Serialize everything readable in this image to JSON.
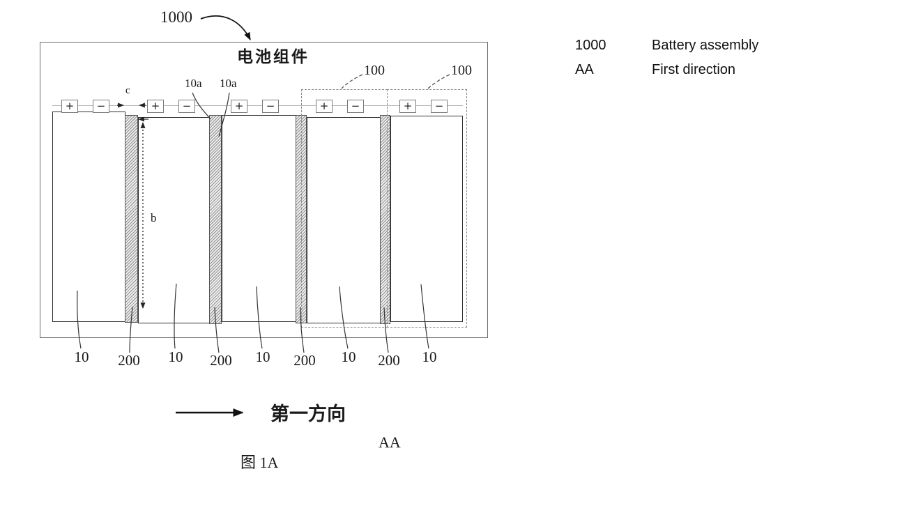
{
  "figure": {
    "assembly_ref": "1000",
    "title": "电池组件",
    "terminal_plus": "+",
    "terminal_minus": "−",
    "labels": {
      "cell_top_left": "10a",
      "cell_top_right": "10a",
      "group_left": "100",
      "group_right": "100",
      "dim_b": "b",
      "dim_c": "c"
    },
    "bottom_labels": [
      "10",
      "200",
      "10",
      "200",
      "10",
      "200",
      "10",
      "200",
      "10"
    ],
    "direction_label": "第一方向",
    "section_label": "AA",
    "caption": "图 1A"
  },
  "legend": {
    "rows": [
      {
        "ref": "1000",
        "desc": "Battery assembly"
      },
      {
        "ref": "AA",
        "desc": "First direction"
      }
    ]
  },
  "colors": {
    "line": "#333333",
    "hatch": "#8f8f8f",
    "dashed_outline": "#8a8a8a"
  }
}
